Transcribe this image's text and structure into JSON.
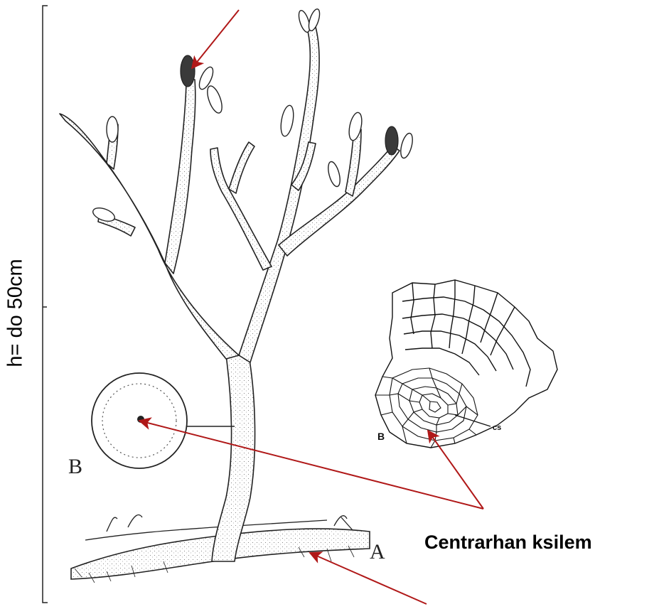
{
  "height_label": "h= do 50cm",
  "label_B": "B",
  "label_A": "A",
  "inset_label_B": "B",
  "inset_label_cs": "cs",
  "callout_text": "Centrarhan ksilem",
  "colors": {
    "arrow": "#b01818",
    "ink": "#222222"
  },
  "icons": [
    "arrow-icon"
  ]
}
